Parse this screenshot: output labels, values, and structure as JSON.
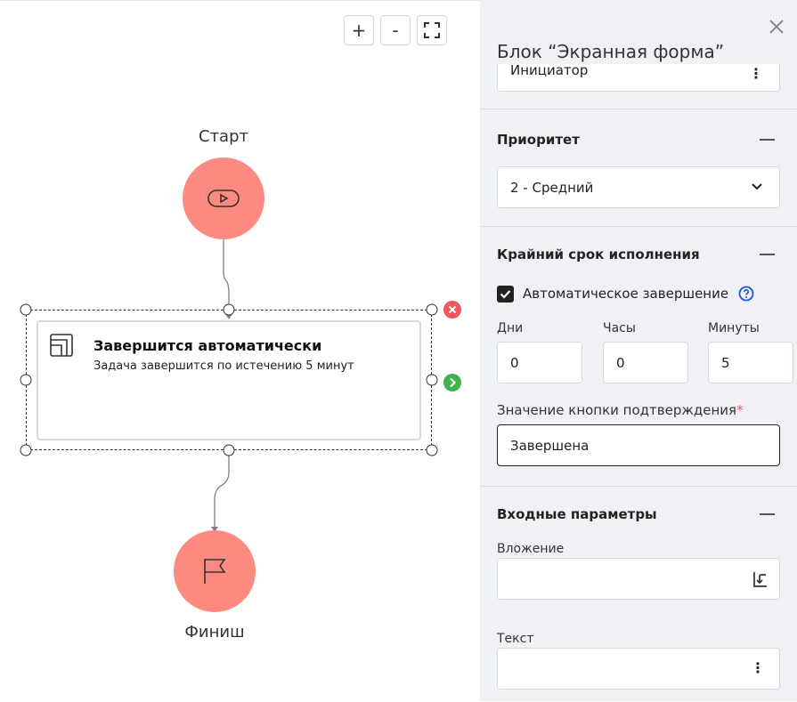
{
  "canvas": {
    "zoom_in": "+",
    "zoom_out": "-",
    "start_label": "Старт",
    "finish_label": "Финиш",
    "node": {
      "title": "Завершится автоматически",
      "subtitle": "Задача завершится по истечению 5 минут"
    },
    "colors": {
      "event": "#fd8a80",
      "delete": "#f2545b",
      "next": "#3fb34f"
    }
  },
  "panel": {
    "title": "Блок “Экранная форма”",
    "initiator_value": "Инициатор",
    "priority": {
      "heading": "Приоритет",
      "value": "2 - Средний"
    },
    "deadline": {
      "heading": "Крайний срок исполнения",
      "auto_complete_label": "Автоматическое завершение",
      "auto_complete_checked": true,
      "days_label": "Дни",
      "days_value": "0",
      "hours_label": "Часы",
      "hours_value": "0",
      "minutes_label": "Минуты",
      "minutes_value": "5",
      "confirm_label": "Значение кнопки подтверждения",
      "required_mark": "*",
      "confirm_value": "Завершена"
    },
    "inputs": {
      "heading": "Входные параметры",
      "attachment_label": "Вложение",
      "text_label": "Текст"
    }
  }
}
